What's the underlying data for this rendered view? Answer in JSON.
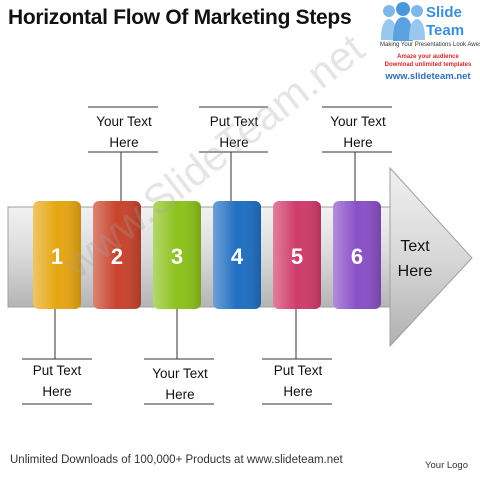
{
  "title": "Horizontal Flow Of Marketing Steps",
  "logo": {
    "brand_word": "Slide",
    "brand_word2": "Team",
    "tagline": "Making Your Presentations Look Awesome",
    "promo_line1": "Amaze your audience",
    "promo_line2": "Download unlimited templates",
    "url": "www.slideteam.net"
  },
  "steps": [
    {
      "number": "1",
      "color": "#e6a612"
    },
    {
      "number": "2",
      "color": "#c8432b"
    },
    {
      "number": "3",
      "color": "#8cc21c"
    },
    {
      "number": "4",
      "color": "#1f6fc1"
    },
    {
      "number": "5",
      "color": "#cf3b6a"
    },
    {
      "number": "6",
      "color": "#8a4fc7"
    }
  ],
  "arrow_text": {
    "line1": "Text",
    "line2": "Here"
  },
  "top_notes": [
    {
      "line1": "Your Text",
      "line2": "Here"
    },
    {
      "line1": "Put Text",
      "line2": "Here"
    },
    {
      "line1": "Your Text",
      "line2": "Here"
    }
  ],
  "bottom_notes": [
    {
      "line1": "Put Text",
      "line2": "Here"
    },
    {
      "line1": "Your Text",
      "line2": "Here"
    },
    {
      "line1": "Put Text",
      "line2": "Here"
    }
  ],
  "footer": "Unlimited Downloads of 100,000+ Products at www.slideteam.net",
  "your_logo": "Your Logo",
  "watermark": "www.SlideTeam.net"
}
